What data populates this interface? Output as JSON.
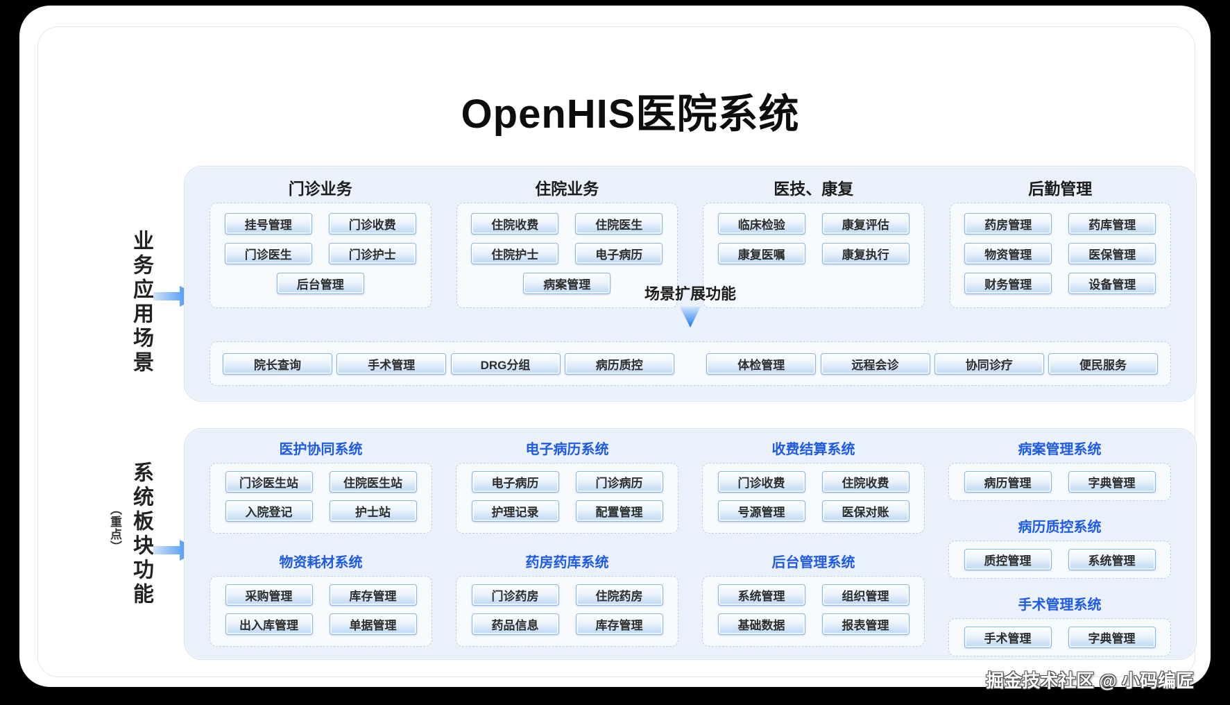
{
  "title": "OpenHIS医院系统",
  "watermark": "掘金技术社区 @ 小码编匠",
  "colors": {
    "accent_blue": "#1d5ae8",
    "panel_bg": "#eaf1fa",
    "button_border": "#8cb6e3",
    "arrow_blue": "#1879f2"
  },
  "left_labels": {
    "business": "业务应用场景",
    "system": "系统板块功能",
    "system_note": "（重点）"
  },
  "business_panel": {
    "groups": [
      {
        "title": "门诊业务",
        "items": [
          "挂号管理",
          "门诊收费",
          "门诊医生",
          "门诊护士",
          "后台管理"
        ]
      },
      {
        "title": "住院业务",
        "items": [
          "住院收费",
          "住院医生",
          "住院护士",
          "电子病历",
          "病案管理"
        ]
      },
      {
        "title": "医技、康复",
        "items": [
          "临床检验",
          "康复评估",
          "康复医嘱",
          "康复执行"
        ]
      },
      {
        "title": "后勤管理",
        "items": [
          "药房管理",
          "药库管理",
          "物资管理",
          "医保管理",
          "财务管理",
          "设备管理"
        ]
      }
    ],
    "extension": {
      "title": "场景扩展功能",
      "items": [
        "院长查询",
        "手术管理",
        "DRG分组",
        "病历质控",
        "体检管理",
        "远程会诊",
        "协同诊疗",
        "便民服务"
      ]
    }
  },
  "system_panel": {
    "groups": [
      {
        "title": "医护协同系统",
        "items": [
          "门诊医生站",
          "住院医生站",
          "入院登记",
          "护士站"
        ]
      },
      {
        "title": "电子病历系统",
        "items": [
          "电子病历",
          "门诊病历",
          "护理记录",
          "配置管理"
        ]
      },
      {
        "title": "收费结算系统",
        "items": [
          "门诊收费",
          "住院收费",
          "号源管理",
          "医保对账"
        ]
      },
      {
        "title": "病案管理系统",
        "items": [
          "病历管理",
          "字典管理"
        ]
      },
      {
        "title": "病历质控系统",
        "items": [
          "质控管理",
          "系统管理"
        ]
      },
      {
        "title": "手术管理系统",
        "items": [
          "手术管理",
          "字典管理"
        ]
      },
      {
        "title": "物资耗材系统",
        "items": [
          "采购管理",
          "库存管理",
          "出入库管理",
          "单据管理"
        ]
      },
      {
        "title": "药房药库系统",
        "items": [
          "门诊药房",
          "住院药房",
          "药品信息",
          "库存管理"
        ]
      },
      {
        "title": "后台管理系统",
        "items": [
          "系统管理",
          "组织管理",
          "基础数据",
          "报表管理"
        ]
      }
    ]
  }
}
